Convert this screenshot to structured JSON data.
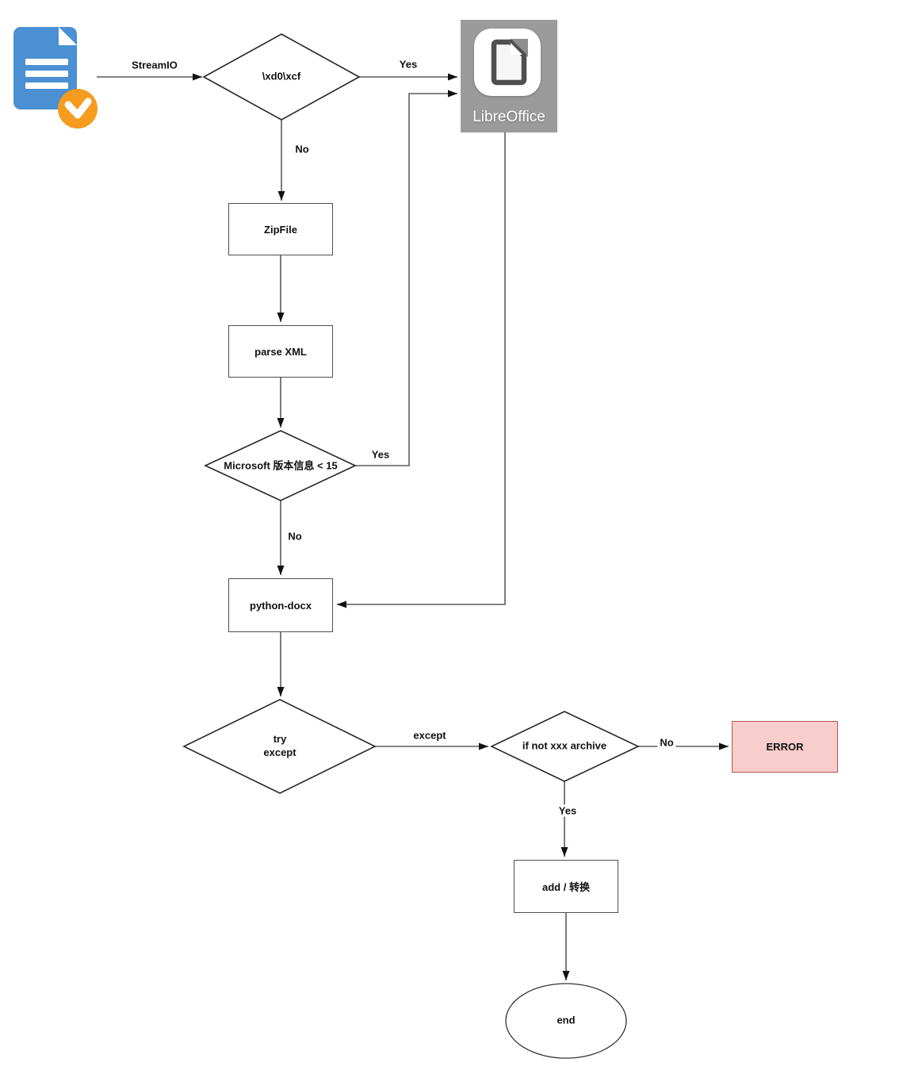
{
  "diagram": {
    "nodes": {
      "source_document": {
        "icon": "document-check-icon"
      },
      "magic_header": {
        "label": "\\xd0\\xcf",
        "type": "decision"
      },
      "libreoffice": {
        "label": "LibreOffice",
        "type": "app-icon"
      },
      "zipfile": {
        "label": "ZipFile",
        "type": "process"
      },
      "parse_xml": {
        "label": "parse XML",
        "type": "process"
      },
      "ms_version": {
        "label": "Microsoft 版本信息 < 15",
        "type": "decision"
      },
      "python_docx": {
        "label": "python-docx",
        "type": "process"
      },
      "try_except": {
        "label": "try\nexcept",
        "type": "decision"
      },
      "archive_check": {
        "label": "if not xxx archive",
        "type": "decision"
      },
      "error": {
        "label": "ERROR",
        "type": "process"
      },
      "add_convert": {
        "label": "add / 转换",
        "type": "process"
      },
      "end": {
        "label": "end",
        "type": "terminator"
      }
    },
    "edges": {
      "streamio": "StreamIO",
      "magic_yes": "Yes",
      "magic_no": "No",
      "version_yes": "Yes",
      "version_no": "No",
      "except_out": "except",
      "archive_no": "No",
      "archive_yes": "Yes"
    },
    "colors": {
      "error_fill": "#f8cecc",
      "error_border": "#b85450",
      "document_blue": "#4a90d2",
      "badge_orange": "#f59b1e",
      "libreoffice_tile_gray": "#9b9b9b",
      "wire_gray": "#5c5c5c"
    }
  }
}
